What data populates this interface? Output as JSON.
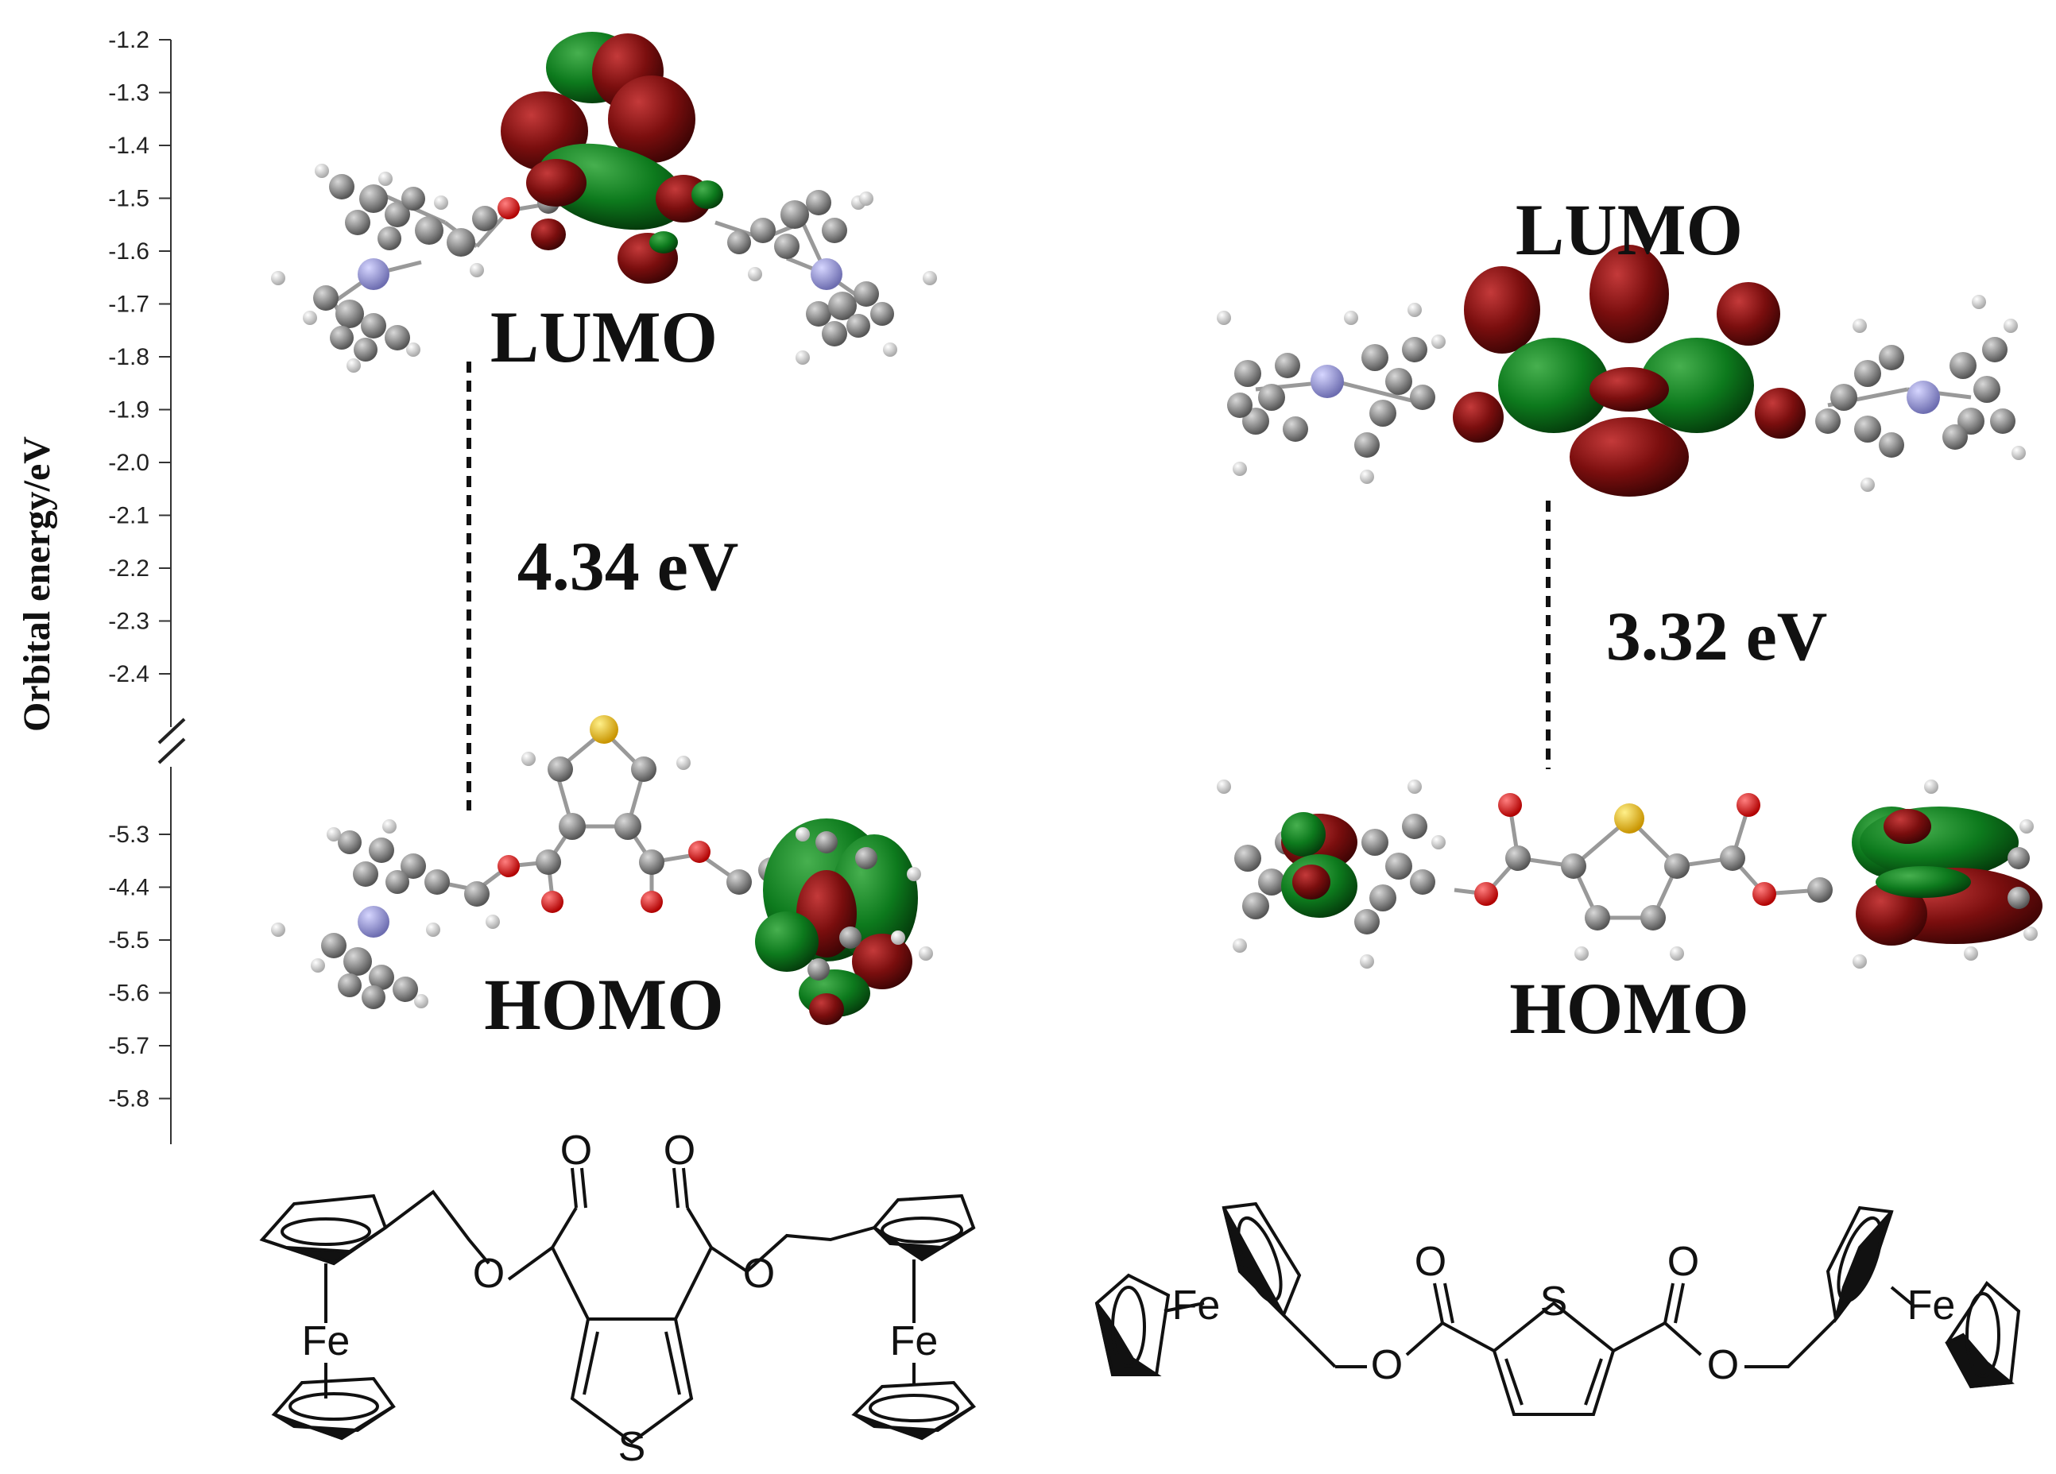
{
  "axis": {
    "label": "Orbital energy/eV",
    "upper_ticks": [
      "-1.2",
      "-1.3",
      "-1.4",
      "-1.5",
      "-1.6",
      "-1.7",
      "-1.8",
      "-1.9",
      "-2.0",
      "-2.1",
      "-2.2",
      "-2.3",
      "-2.4"
    ],
    "lower_ticks": [
      "-5.3",
      "-4.4",
      "-5.5",
      "-5.6",
      "-5.7",
      "-5.8"
    ]
  },
  "left_molecule": {
    "lumo_label": "LUMO",
    "homo_label": "HOMO",
    "gap_label": "4.34 eV"
  },
  "right_molecule": {
    "lumo_label": "LUMO",
    "homo_label": "HOMO",
    "gap_label": "3.32 eV"
  },
  "structure_labels": {
    "fe": "Fe",
    "o": "O",
    "s": "S"
  },
  "colors": {
    "lobe_red": "#7a0e0e",
    "lobe_green": "#0d7a1d",
    "carbon": "#8c8c8c",
    "hydrogen": "#e6e6e6",
    "nitrogen": "#9b9bd6",
    "oxygen": "#e01010",
    "sulfur": "#f0c000"
  }
}
